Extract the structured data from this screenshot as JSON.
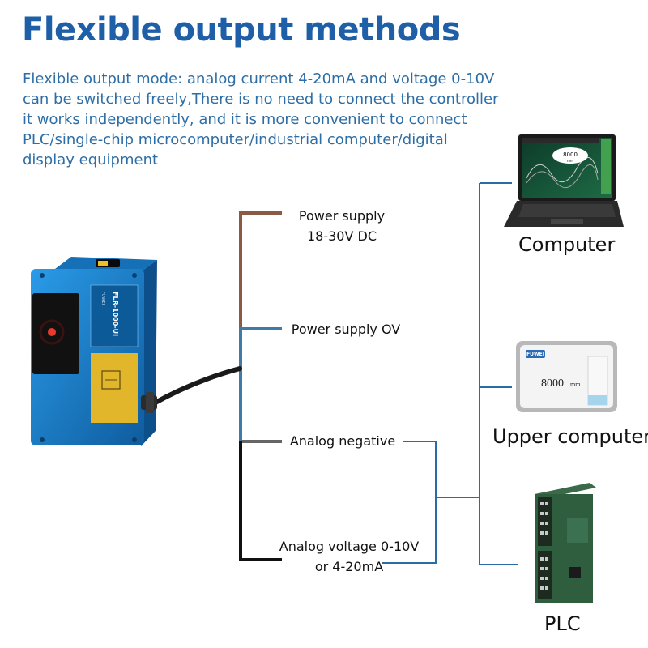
{
  "heading": "Flexible output methods",
  "description_lines": [
    "Flexible output mode: analog current 4-20mA and voltage 0-10V",
    "can be switched freely,There is no need to connect the controller",
    "it works independently, and it is more convenient to connect",
    "PLC/single-chip microcomputer/industrial computer/digital",
    "display equipment"
  ],
  "wires": {
    "power_supply": [
      "Power supply",
      "18-30V DC"
    ],
    "power_0v": "Power supply OV",
    "analog_negative": "Analog negative",
    "analog_output": [
      "Analog voltage 0-10V",
      "or 4-20mA"
    ]
  },
  "devices": {
    "computer": {
      "label": "Computer",
      "screen_value": "8000",
      "screen_unit": "mm"
    },
    "upper_computer": {
      "label": "Upper computer",
      "display_value": "8000",
      "display_unit": "mm",
      "brand": "FUWEI"
    },
    "plc": {
      "label": "PLC"
    }
  },
  "sensor": {
    "brand": "FUWEI",
    "model": "FLR-1000-UI"
  },
  "colors": {
    "heading": "#1f5fa8",
    "description": "#2e6ea6",
    "wire_brown": "#8b5a44",
    "wire_blue": "#3f7ba6",
    "wire_gray": "#666666",
    "wire_black": "#111111",
    "connector": "#2c6ca6",
    "sensor_body": "#1e88d4"
  }
}
